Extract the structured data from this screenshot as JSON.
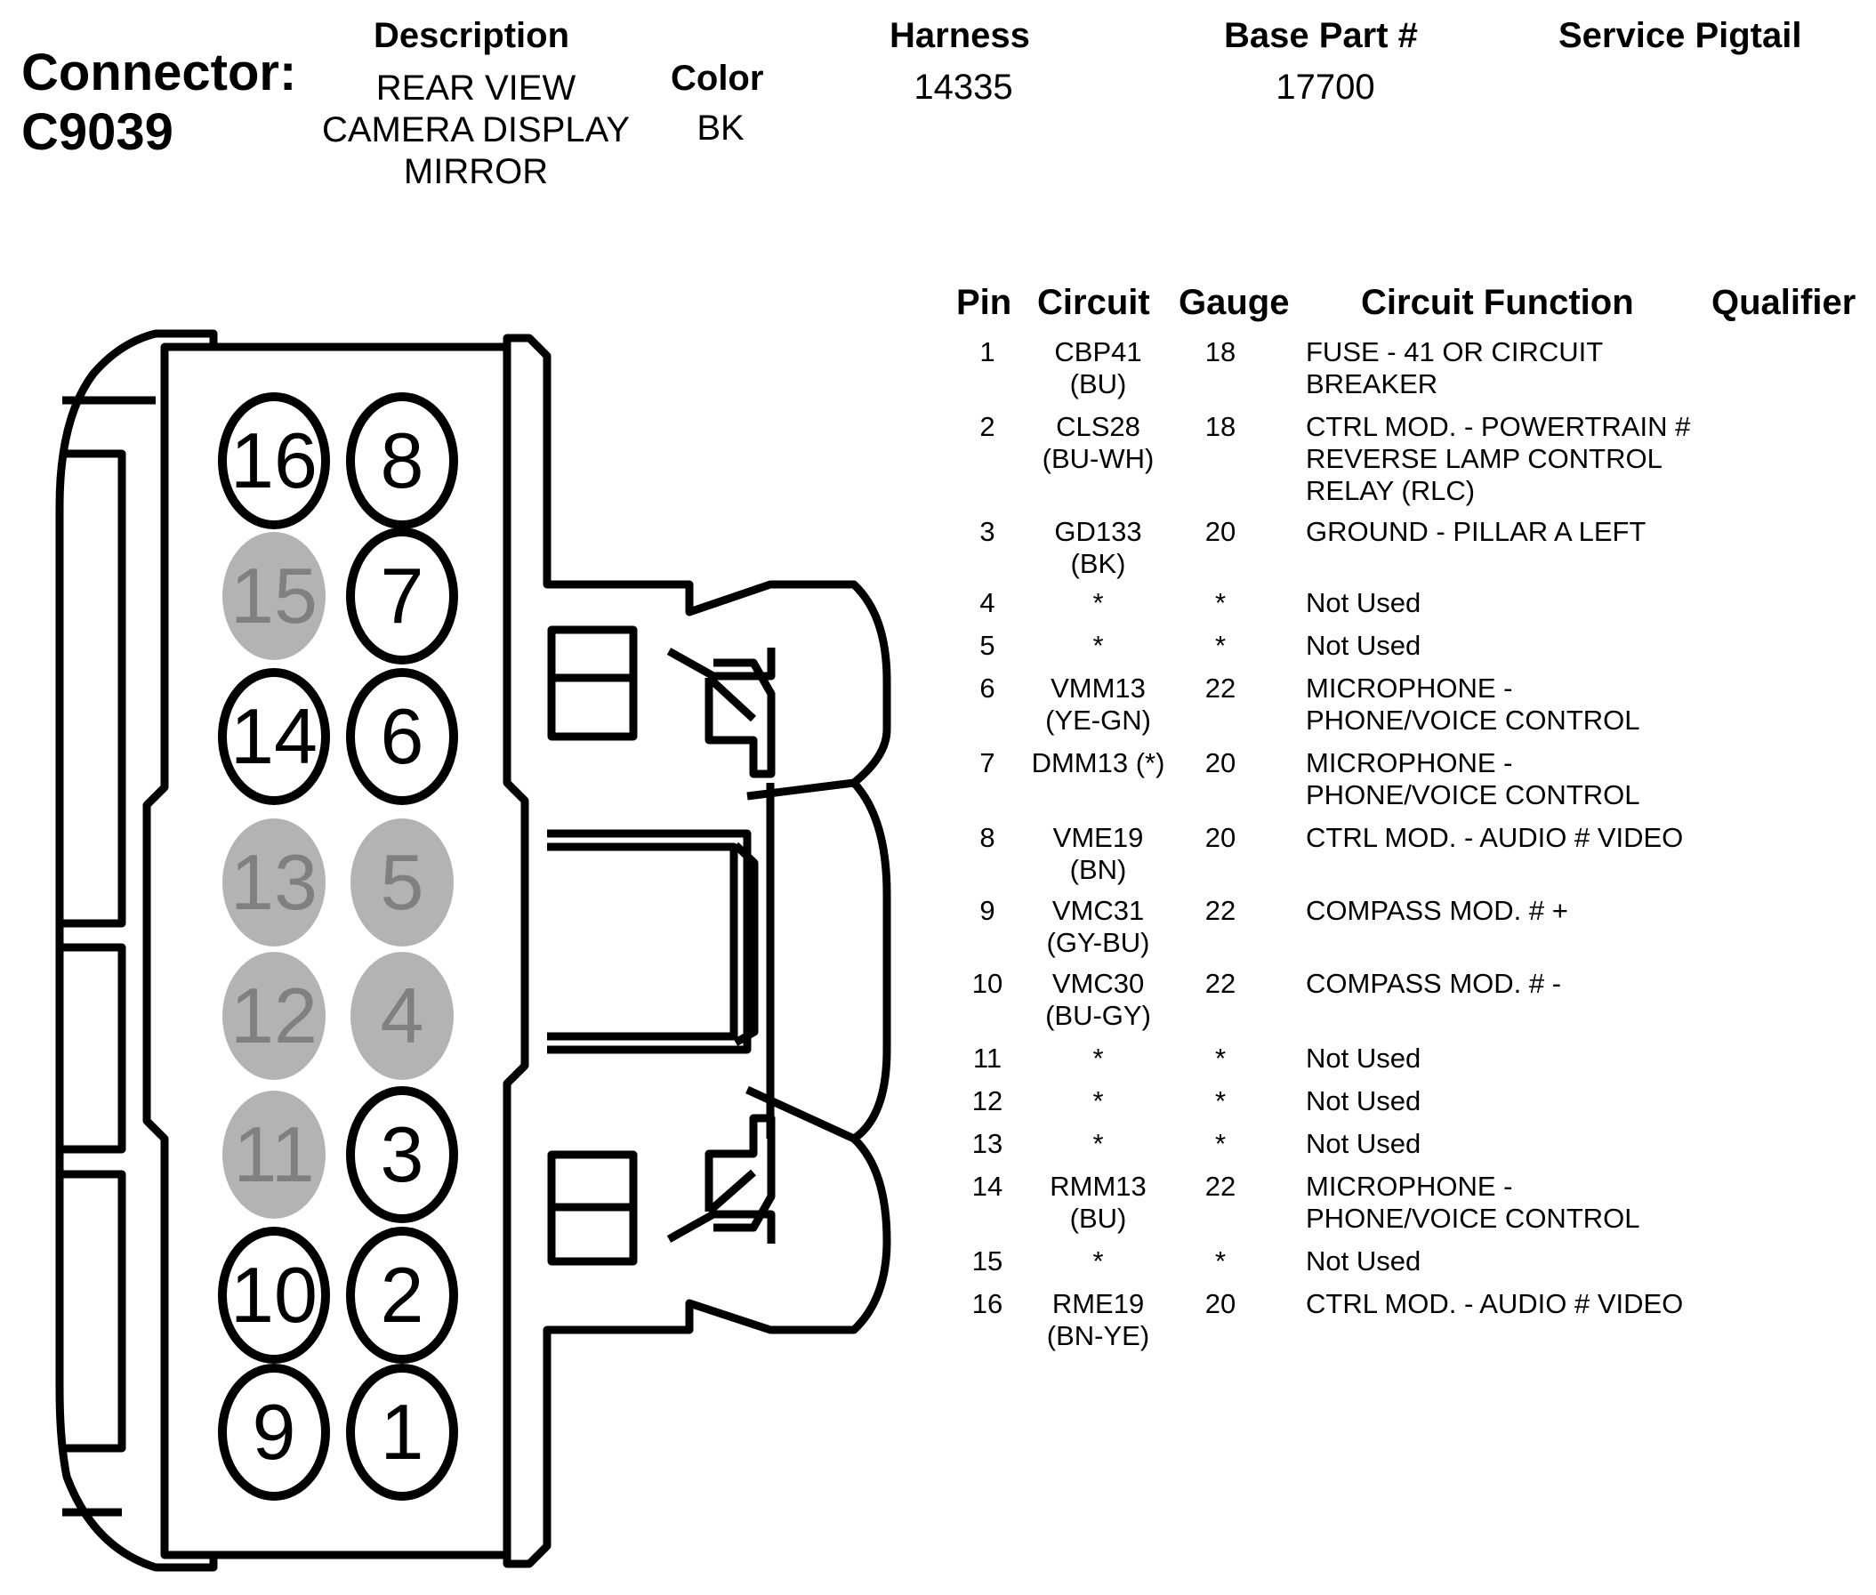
{
  "header": {
    "connector_label": "Connector:",
    "connector_id": "C9039",
    "description_label": "Description",
    "description_lines": [
      "REAR VIEW",
      "CAMERA DISPLAY",
      "MIRROR"
    ],
    "color_label": "Color",
    "color_value": "BK",
    "harness_label": "Harness",
    "harness_value": "14335",
    "base_part_label": "Base Part #",
    "base_part_value": "17700",
    "service_pigtail_label": "Service Pigtail"
  },
  "table": {
    "headers": {
      "pin": "Pin",
      "circuit": "Circuit",
      "gauge": "Gauge",
      "function": "Circuit Function",
      "qualifier": "Qualifier"
    },
    "rows": [
      {
        "pin": "1",
        "circuit": [
          "CBP41",
          "(BU)"
        ],
        "gauge": "18",
        "function": [
          "FUSE - 41 OR CIRCUIT",
          "BREAKER"
        ]
      },
      {
        "pin": "2",
        "circuit": [
          "CLS28",
          "(BU-WH)"
        ],
        "gauge": "18",
        "function": [
          "CTRL MOD. - POWERTRAIN #",
          "REVERSE LAMP CONTROL",
          "RELAY (RLC)"
        ]
      },
      {
        "pin": "3",
        "circuit": [
          "GD133",
          "(BK)"
        ],
        "gauge": "20",
        "function": [
          "GROUND - PILLAR A LEFT"
        ]
      },
      {
        "pin": "4",
        "circuit": [
          "*"
        ],
        "gauge": "*",
        "function": [
          "Not Used"
        ]
      },
      {
        "pin": "5",
        "circuit": [
          "*"
        ],
        "gauge": "*",
        "function": [
          "Not Used"
        ]
      },
      {
        "pin": "6",
        "circuit": [
          "VMM13",
          "(YE-GN)"
        ],
        "gauge": "22",
        "function": [
          "MICROPHONE -",
          "PHONE/VOICE CONTROL"
        ]
      },
      {
        "pin": "7",
        "circuit": [
          "DMM13 (*)"
        ],
        "gauge": "20",
        "function": [
          "MICROPHONE -",
          "PHONE/VOICE CONTROL"
        ]
      },
      {
        "pin": "8",
        "circuit": [
          "VME19",
          "(BN)"
        ],
        "gauge": "20",
        "function": [
          "CTRL MOD. - AUDIO # VIDEO"
        ]
      },
      {
        "pin": "9",
        "circuit": [
          "VMC31",
          "(GY-BU)"
        ],
        "gauge": "22",
        "function": [
          "COMPASS MOD. # +"
        ]
      },
      {
        "pin": "10",
        "circuit": [
          "VMC30",
          "(BU-GY)"
        ],
        "gauge": "22",
        "function": [
          "COMPASS MOD. # -"
        ]
      },
      {
        "pin": "11",
        "circuit": [
          "*"
        ],
        "gauge": "*",
        "function": [
          "Not Used"
        ]
      },
      {
        "pin": "12",
        "circuit": [
          "*"
        ],
        "gauge": "*",
        "function": [
          "Not Used"
        ]
      },
      {
        "pin": "13",
        "circuit": [
          "*"
        ],
        "gauge": "*",
        "function": [
          "Not Used"
        ]
      },
      {
        "pin": "14",
        "circuit": [
          "RMM13",
          "(BU)"
        ],
        "gauge": "22",
        "function": [
          "MICROPHONE -",
          "PHONE/VOICE CONTROL"
        ]
      },
      {
        "pin": "15",
        "circuit": [
          "*"
        ],
        "gauge": "*",
        "function": [
          "Not Used"
        ]
      },
      {
        "pin": "16",
        "circuit": [
          "RME19",
          "(BN-YE)"
        ],
        "gauge": "20",
        "function": [
          "CTRL MOD. - AUDIO # VIDEO"
        ]
      }
    ]
  },
  "diagram": {
    "colors": {
      "outline": "#000000",
      "pin_used": "#ffffff",
      "pin_unused": "#b3b3b3",
      "unused_text": "#808080"
    },
    "pins": [
      {
        "label": "16",
        "used": true
      },
      {
        "label": "8",
        "used": true
      },
      {
        "label": "15",
        "used": false
      },
      {
        "label": "7",
        "used": true
      },
      {
        "label": "14",
        "used": true
      },
      {
        "label": "6",
        "used": true
      },
      {
        "label": "13",
        "used": false
      },
      {
        "label": "5",
        "used": false
      },
      {
        "label": "12",
        "used": false
      },
      {
        "label": "4",
        "used": false
      },
      {
        "label": "11",
        "used": false
      },
      {
        "label": "3",
        "used": true
      },
      {
        "label": "10",
        "used": true
      },
      {
        "label": "2",
        "used": true
      },
      {
        "label": "9",
        "used": true
      },
      {
        "label": "1",
        "used": true
      }
    ]
  }
}
